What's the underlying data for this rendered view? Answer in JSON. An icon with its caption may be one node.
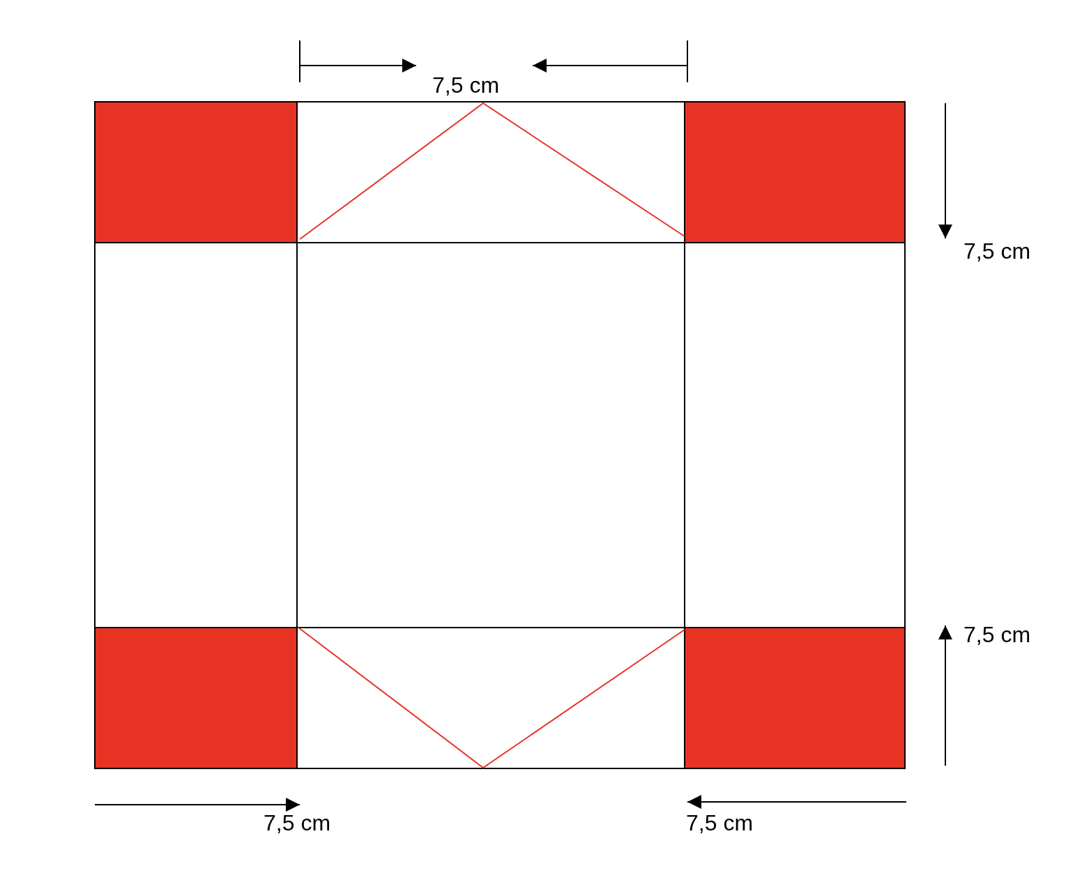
{
  "diagram": {
    "labels": [
      "7,5 cm",
      "7,5 cm",
      "7,5 cm",
      "7,5 cm",
      "7,5 cm"
    ]
  }
}
